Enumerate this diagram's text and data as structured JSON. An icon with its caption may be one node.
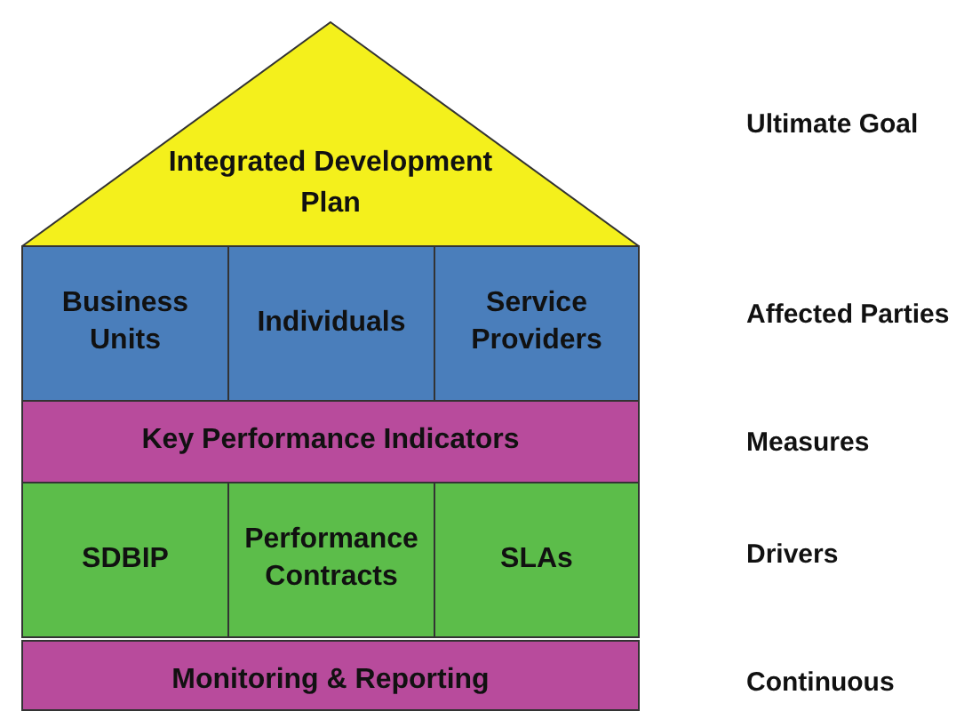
{
  "diagram": {
    "nodes": [
      {
        "text": [
          "Integrated Development Plan"
        ]
      },
      {
        "text": [
          "Business Units"
        ]
      },
      {
        "text": [
          "Individuals"
        ]
      },
      {
        "text": [
          "Service Providers"
        ]
      },
      {
        "text": [
          "Key Performance Indicators"
        ]
      },
      {
        "text": [
          "SDBIP"
        ]
      },
      {
        "text": [
          "Performance Contracts"
        ]
      },
      {
        "text": [
          "SLAs"
        ]
      },
      {
        "text": [
          "Monitoring & Reporting"
        ]
      }
    ],
    "edges": [],
    "labels": [
      "Ultimate Goal",
      "Affected Parties",
      "Measures",
      "Drivers",
      "Continuous"
    ]
  }
}
